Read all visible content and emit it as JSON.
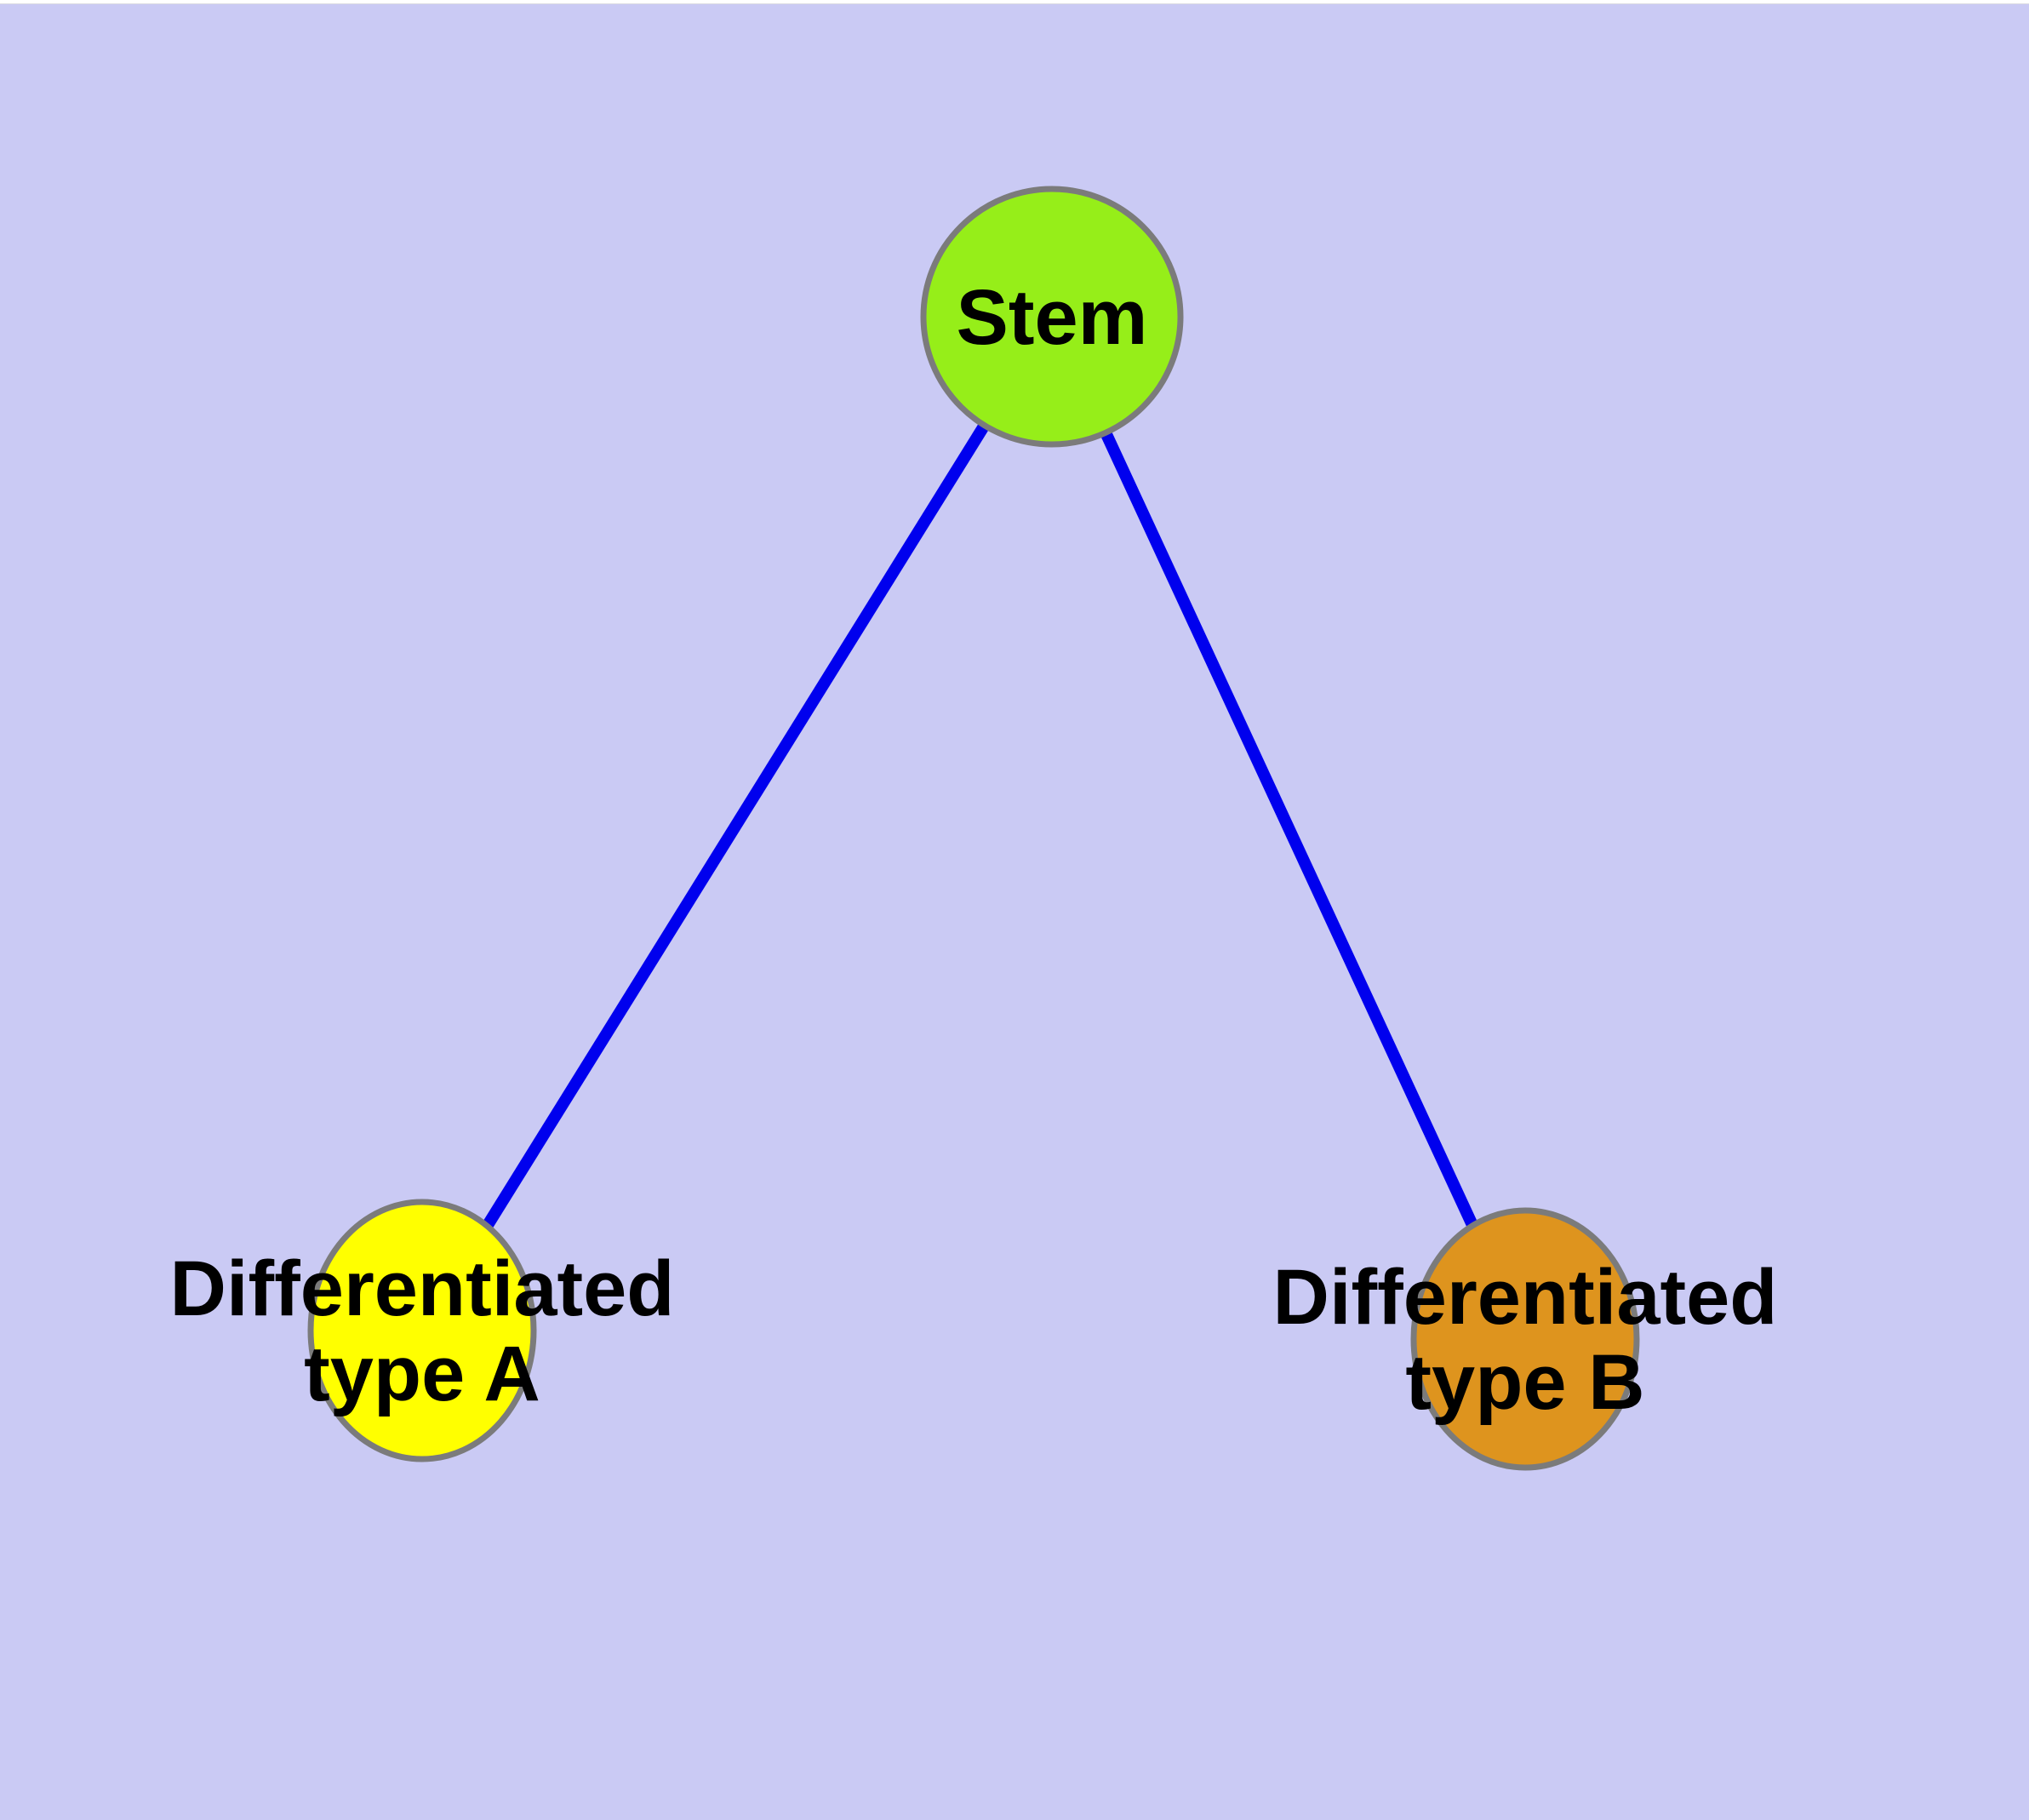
{
  "palette": {
    "background": "#CACAF4",
    "edge_blue": "#0000EE",
    "node_border_gray": "#7B7B7B",
    "label_black": "#000000",
    "top_strip_white": "#FFFFFF",
    "top_strip_border": "#D9D9E2"
  },
  "diagram": {
    "type": "node-link-tree",
    "nodes": [
      {
        "id": "stem",
        "label": "Stem",
        "label_line1": "Stem",
        "label_line2": "",
        "fill": "#96EE19"
      },
      {
        "id": "diff-a",
        "label": "Differentiated type A",
        "label_line1": "Differentiated",
        "label_line2": "type A",
        "fill": "#FFFF00"
      },
      {
        "id": "diff-b",
        "label": "Differentiated type B",
        "label_line1": "Differentiated",
        "label_line2": "type B",
        "fill": "#DE941E"
      }
    ],
    "edges": [
      {
        "from": "stem",
        "to": "diff-a"
      },
      {
        "from": "stem",
        "to": "diff-b"
      }
    ]
  }
}
